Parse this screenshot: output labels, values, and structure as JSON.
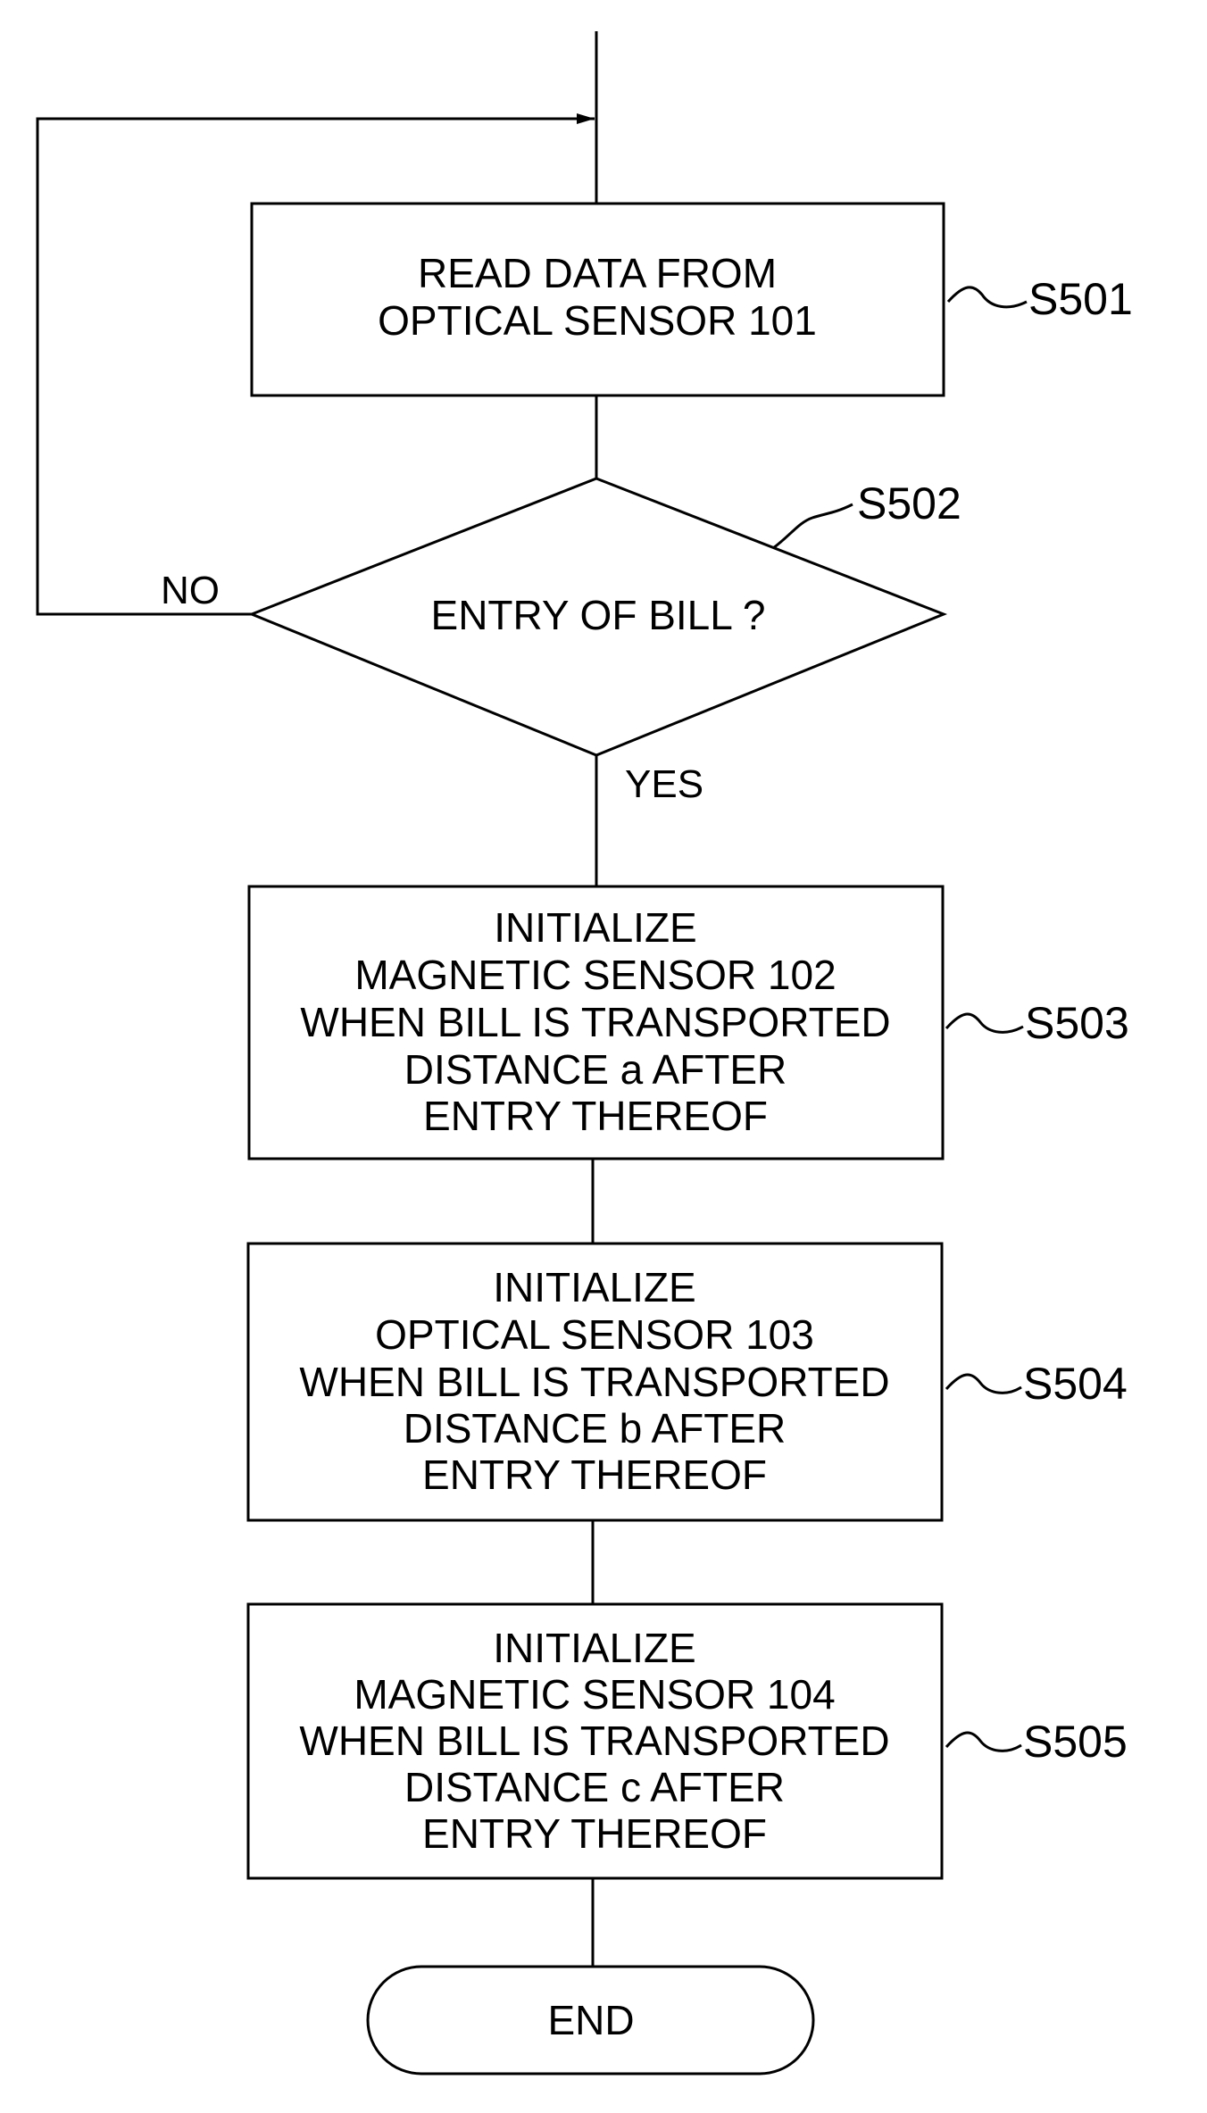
{
  "steps": {
    "s501": {
      "id": "S501",
      "lines": [
        "READ DATA FROM",
        "OPTICAL SENSOR 101"
      ]
    },
    "s502": {
      "id": "S502",
      "lines": [
        "ENTRY OF BILL ?"
      ],
      "no_label": "NO",
      "yes_label": "YES"
    },
    "s503": {
      "id": "S503",
      "lines": [
        "INITIALIZE",
        "MAGNETIC SENSOR 102",
        "WHEN BILL IS TRANSPORTED",
        "DISTANCE a AFTER",
        "ENTRY THEREOF"
      ]
    },
    "s504": {
      "id": "S504",
      "lines": [
        "INITIALIZE",
        "OPTICAL SENSOR 103",
        "WHEN BILL IS TRANSPORTED",
        "DISTANCE b AFTER",
        "ENTRY THEREOF"
      ]
    },
    "s505": {
      "id": "S505",
      "lines": [
        "INITIALIZE",
        "MAGNETIC SENSOR 104",
        "WHEN BILL IS TRANSPORTED",
        "DISTANCE c AFTER",
        "ENTRY THEREOF"
      ]
    },
    "end": {
      "label": "END"
    }
  }
}
